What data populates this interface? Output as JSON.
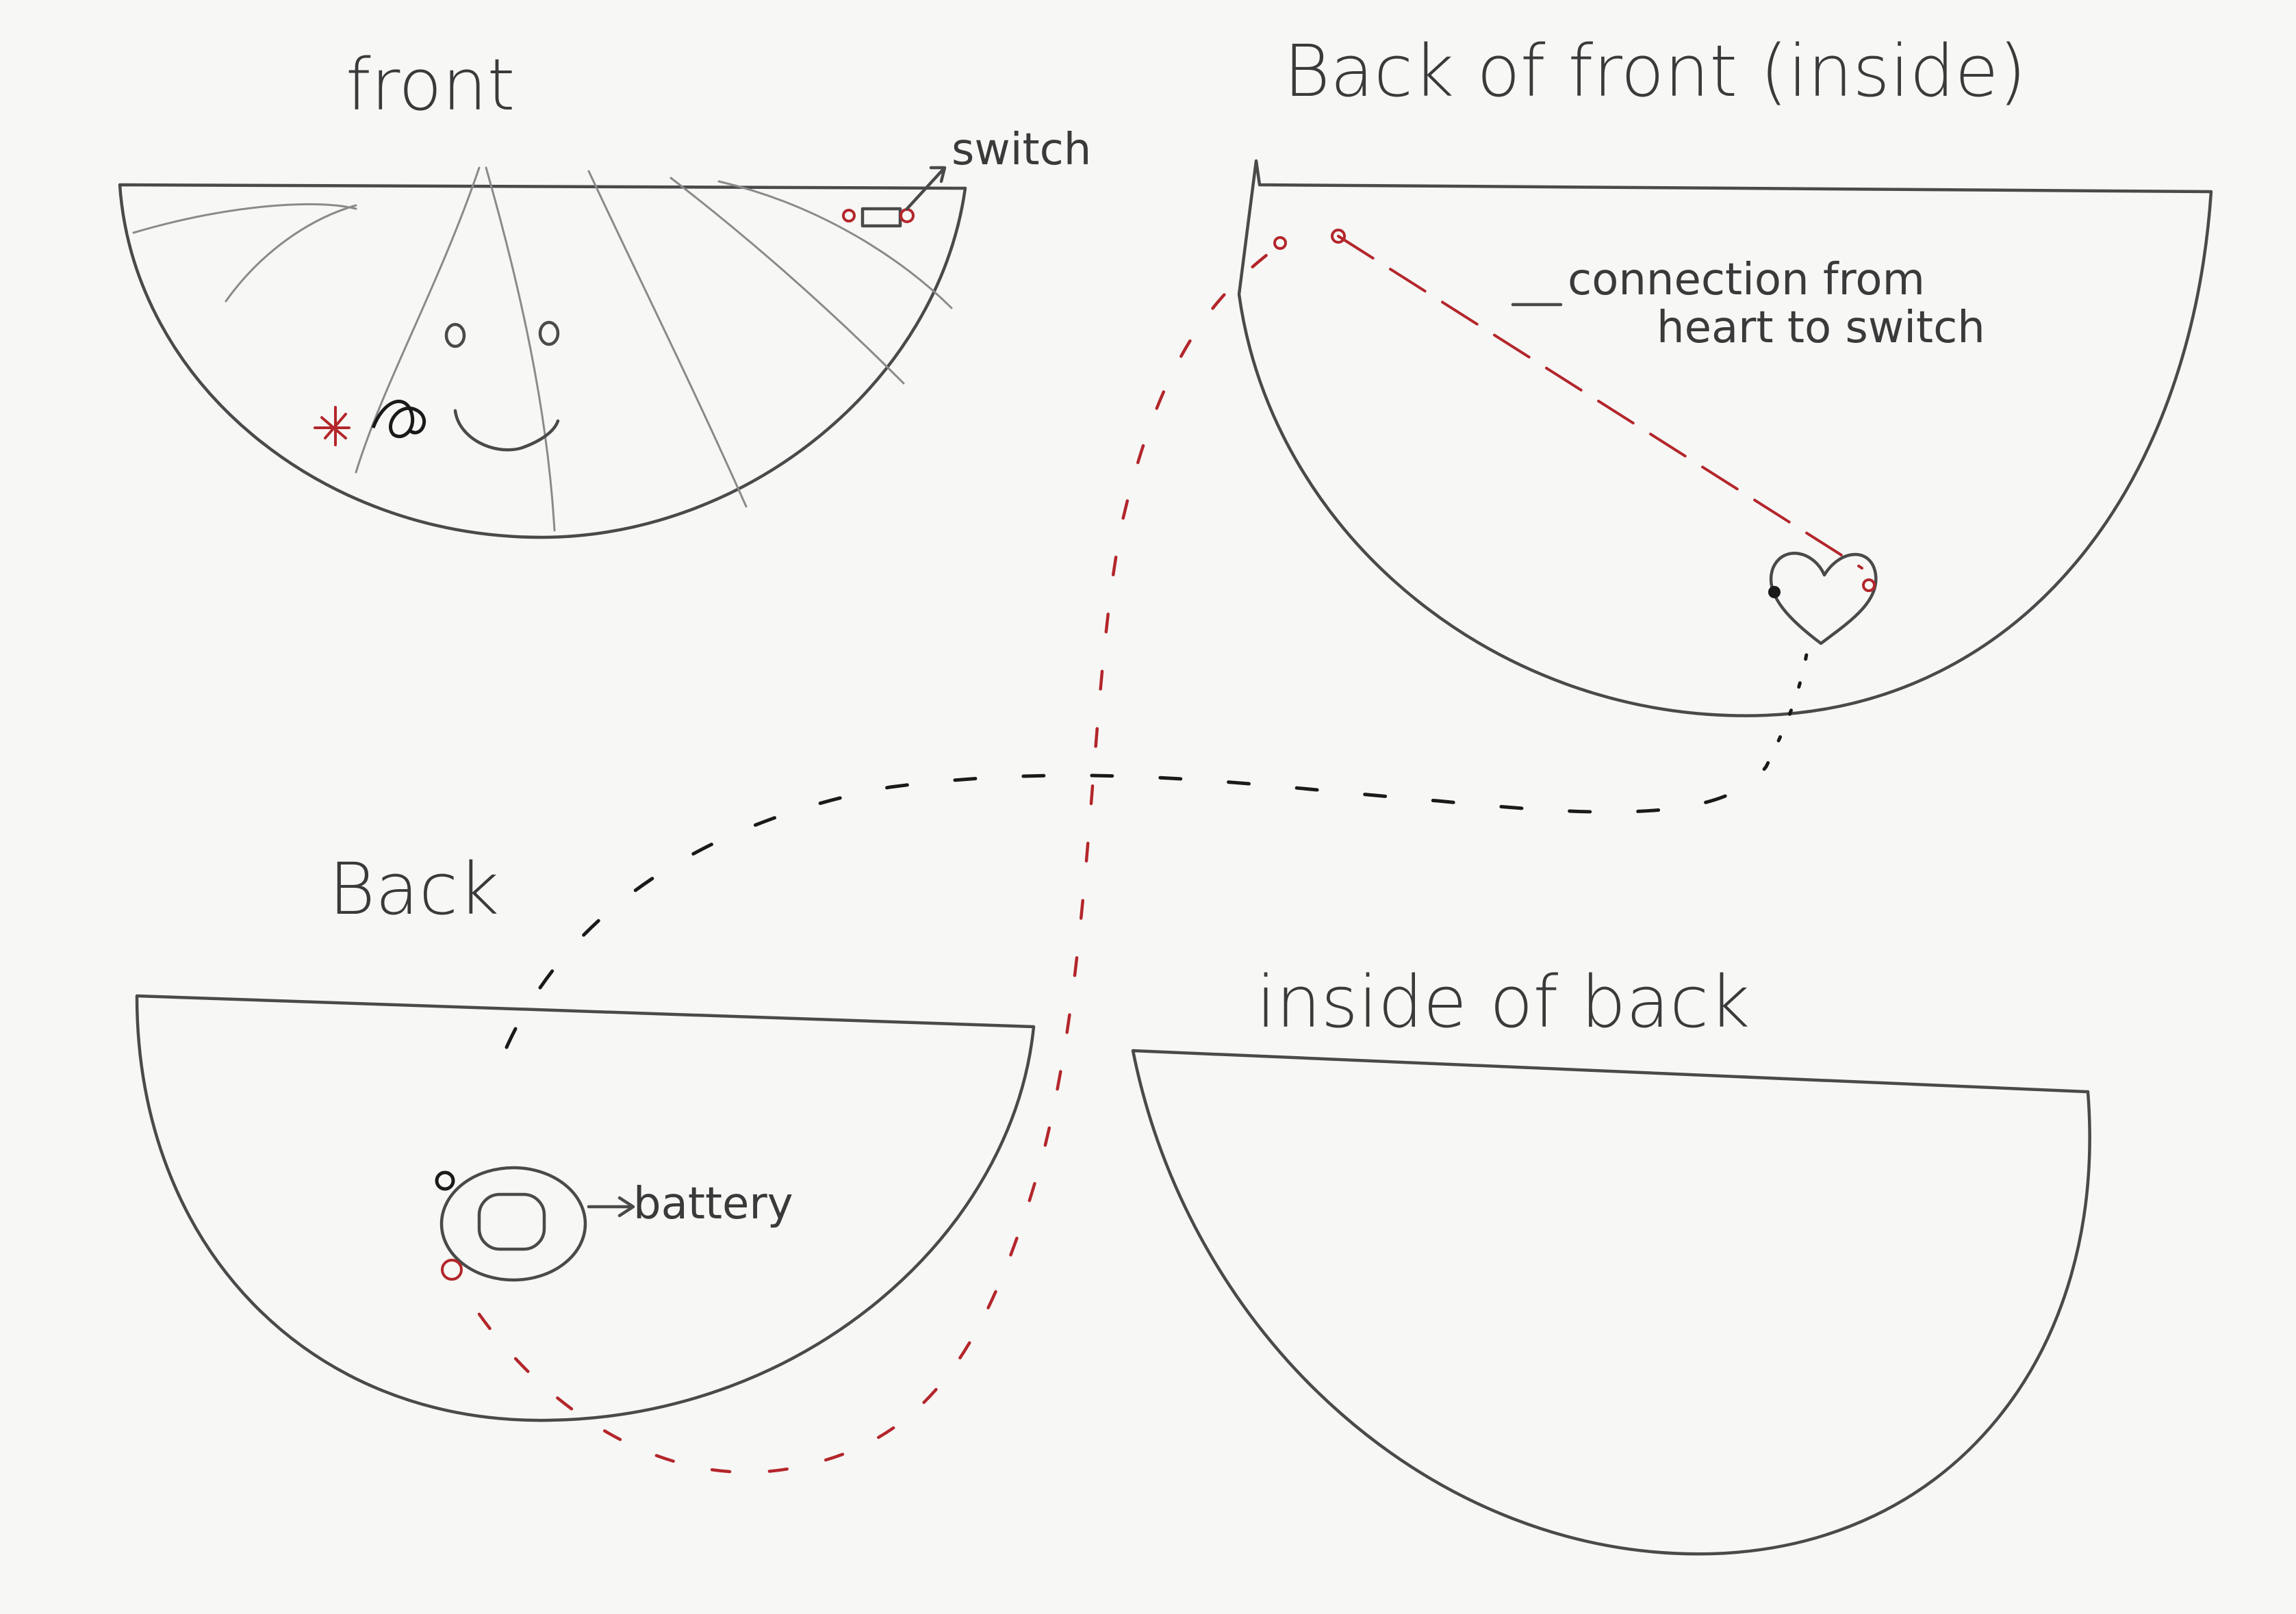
{
  "labels": {
    "front": "front",
    "back_of_front": "Back of front (inside)",
    "back": "Back",
    "inside_of_back": "inside of back",
    "switch": "switch",
    "connection_line1": "connection from",
    "connection_line2": "heart to switch",
    "battery": "battery"
  },
  "colors": {
    "pencil": "#4a4a4a",
    "thread_red": "#b3262b",
    "ink_black": "#1a1a1a",
    "paper": "#f7f7f5"
  }
}
